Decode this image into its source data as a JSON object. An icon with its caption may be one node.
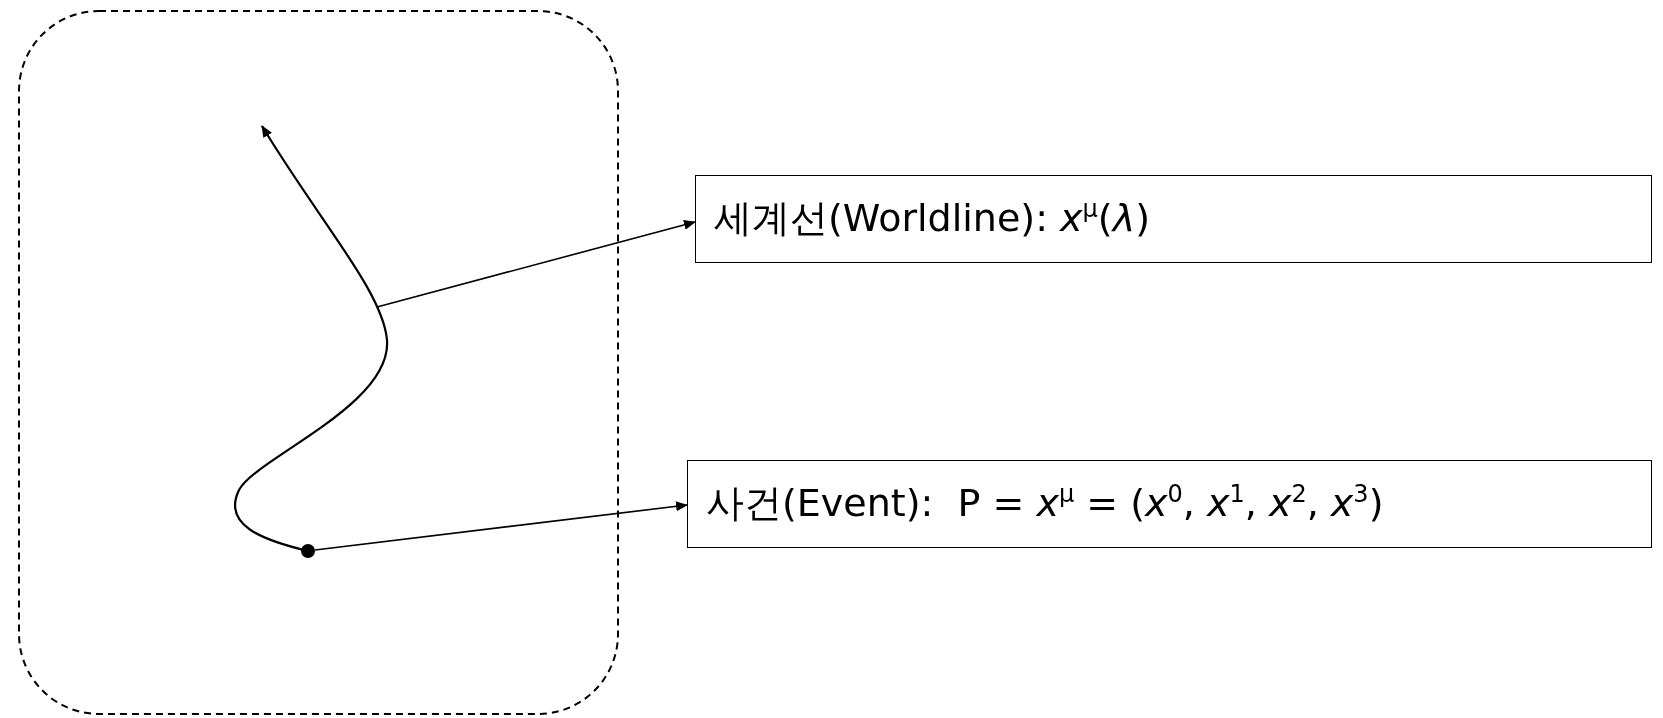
{
  "diagram": {
    "nodes": [
      {
        "text": [],
        "shape": "curve"
      },
      {
        "text": [
          "세계선(Worldline): *x*$^{μ}$(*λ*)"
        ]
      },
      {
        "text": [],
        "shape": "circle"
      },
      {
        "text": [
          "사건(Event):  P = *x*$^{μ}$ = (*x*$^{0}$, *x*$^{1}$, *x*$^{2}$, *x*$^{3}$)"
        ]
      }
    ],
    "edges": [
      {
        "from": 0,
        "to": 1,
        "arrow": "to"
      },
      {
        "from": 2,
        "to": 3,
        "arrow": "to"
      }
    ]
  }
}
